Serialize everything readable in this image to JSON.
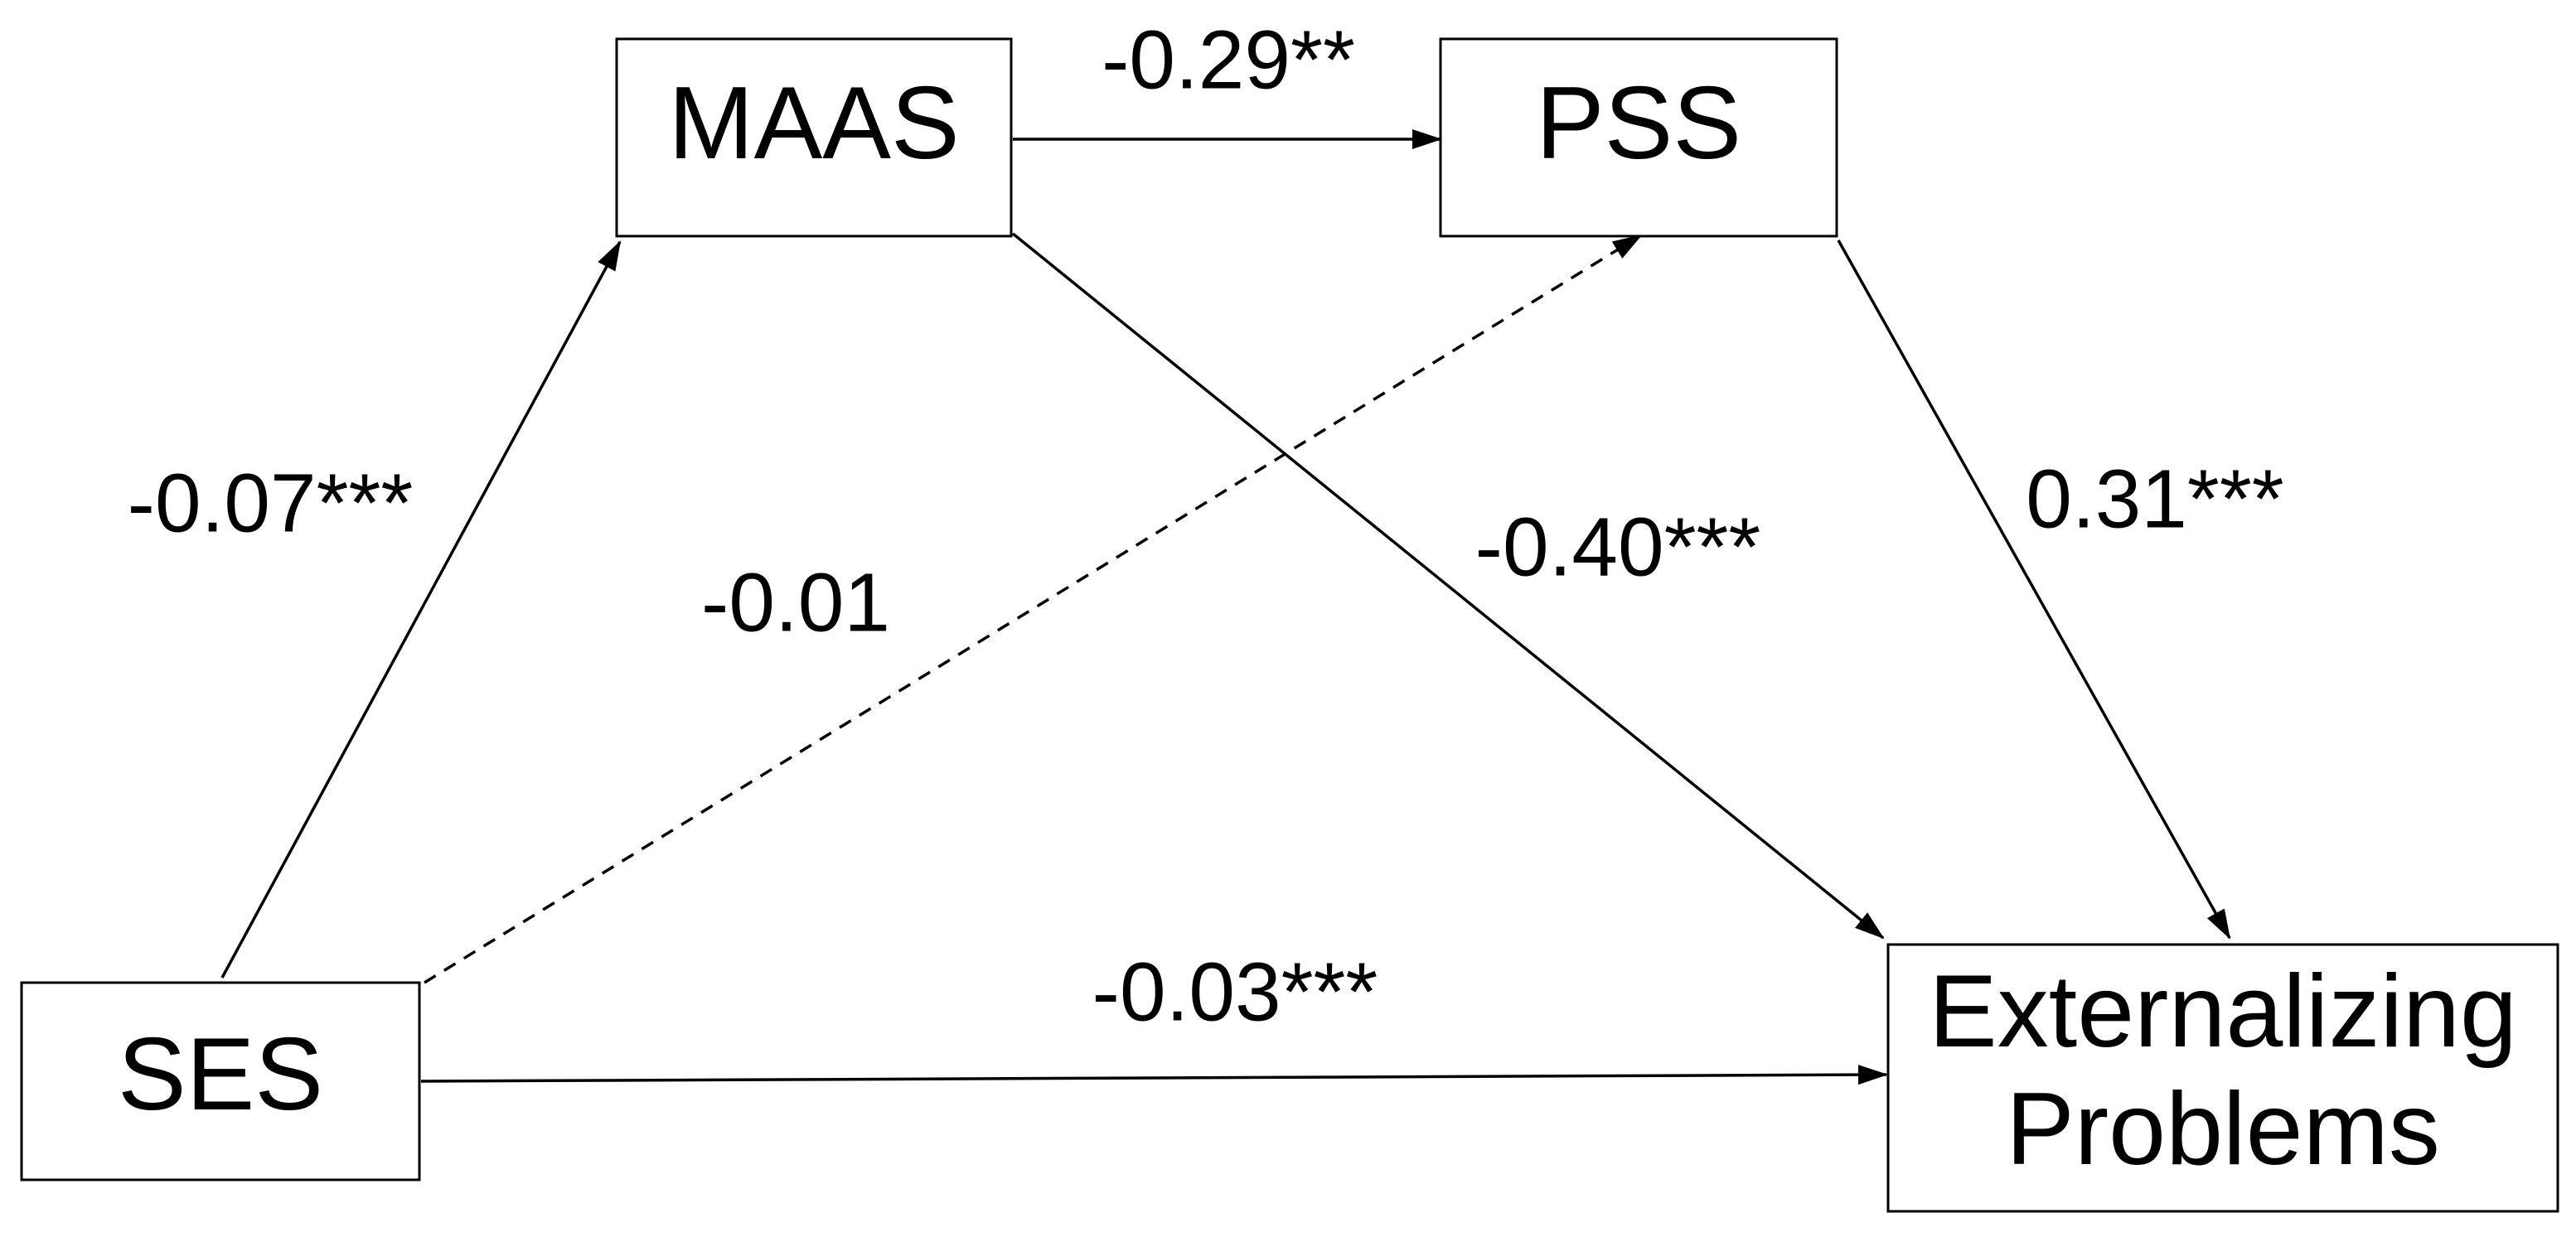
{
  "diagram": {
    "nodes": {
      "maas": {
        "label": "MAAS"
      },
      "pss": {
        "label": "PSS"
      },
      "ses": {
        "label": "SES"
      },
      "externalizing": {
        "line1": "Externalizing",
        "line2": "Problems"
      }
    },
    "edges": {
      "maas_to_pss": {
        "label": "-0.29**",
        "style": "solid"
      },
      "ses_to_maas": {
        "label": "-0.07***",
        "style": "solid"
      },
      "ses_to_pss": {
        "label": "-0.01",
        "style": "dashed"
      },
      "maas_to_ext": {
        "label": "-0.40***",
        "style": "solid"
      },
      "pss_to_ext": {
        "label": "0.31***",
        "style": "solid"
      },
      "ses_to_ext": {
        "label": "-0.03***",
        "style": "solid"
      }
    },
    "colors": {
      "line": "#000000",
      "background": "#ffffff"
    }
  }
}
